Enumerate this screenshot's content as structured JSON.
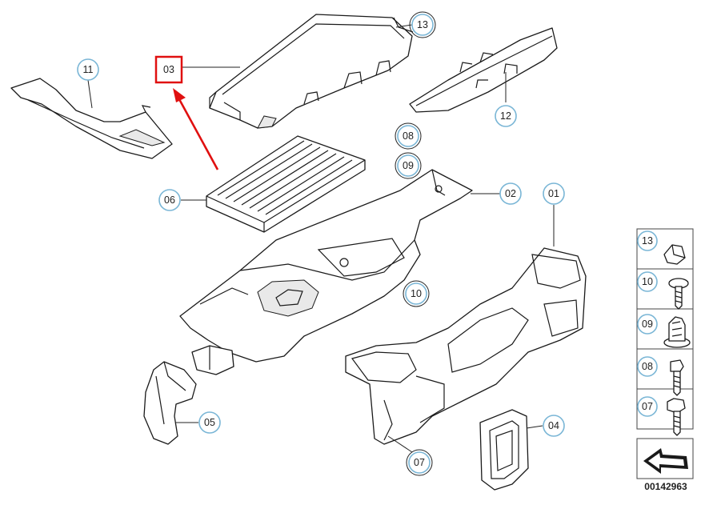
{
  "callouts": {
    "c01": "01",
    "c02": "02",
    "c03": "03",
    "c04": "04",
    "c05": "05",
    "c06": "06",
    "c07": "07",
    "c08": "08",
    "c09": "09",
    "c10": "10",
    "c11": "11",
    "c12": "12",
    "c13": "13"
  },
  "legend": {
    "items": [
      "13",
      "10",
      "09",
      "08",
      "07"
    ]
  },
  "diagram_number": "00142963",
  "colors": {
    "callout_ring": "#7ab6d6",
    "highlight": "#e01010",
    "line": "#1a1a1a"
  }
}
